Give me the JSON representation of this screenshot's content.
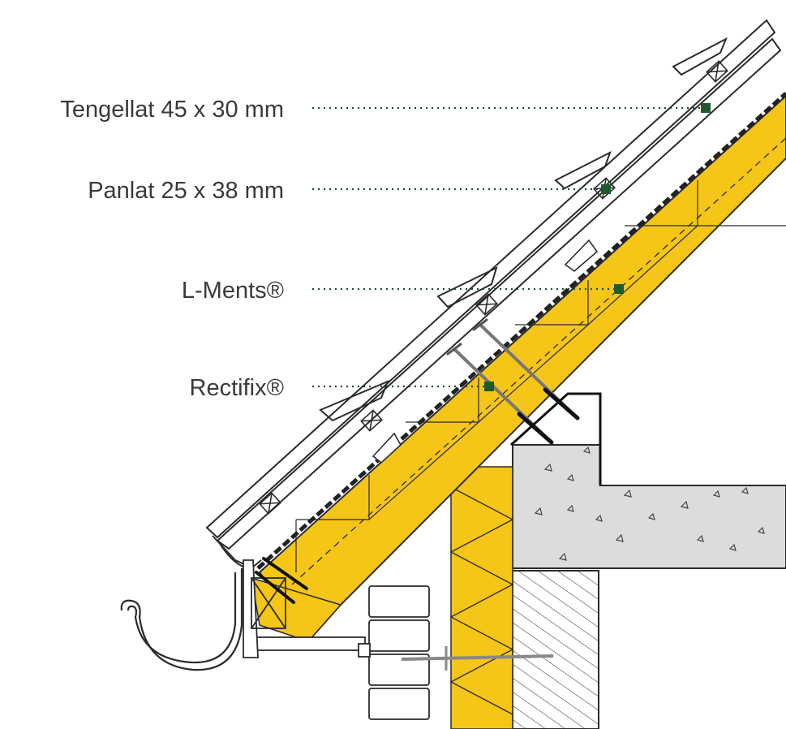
{
  "labels": [
    {
      "text": "Tengellat 45 x 30 mm"
    },
    {
      "text": "Panlat 25 x 38 mm"
    },
    {
      "text": "L-Ments®"
    },
    {
      "text": "Rectifix®"
    }
  ],
  "colors": {
    "insulation": "#f5c518",
    "leader": "#1f4d2b",
    "marker": "#1f5a2e",
    "line": "#2b2b2b",
    "concrete": "#dcdcdc",
    "hatch": "#555555"
  }
}
